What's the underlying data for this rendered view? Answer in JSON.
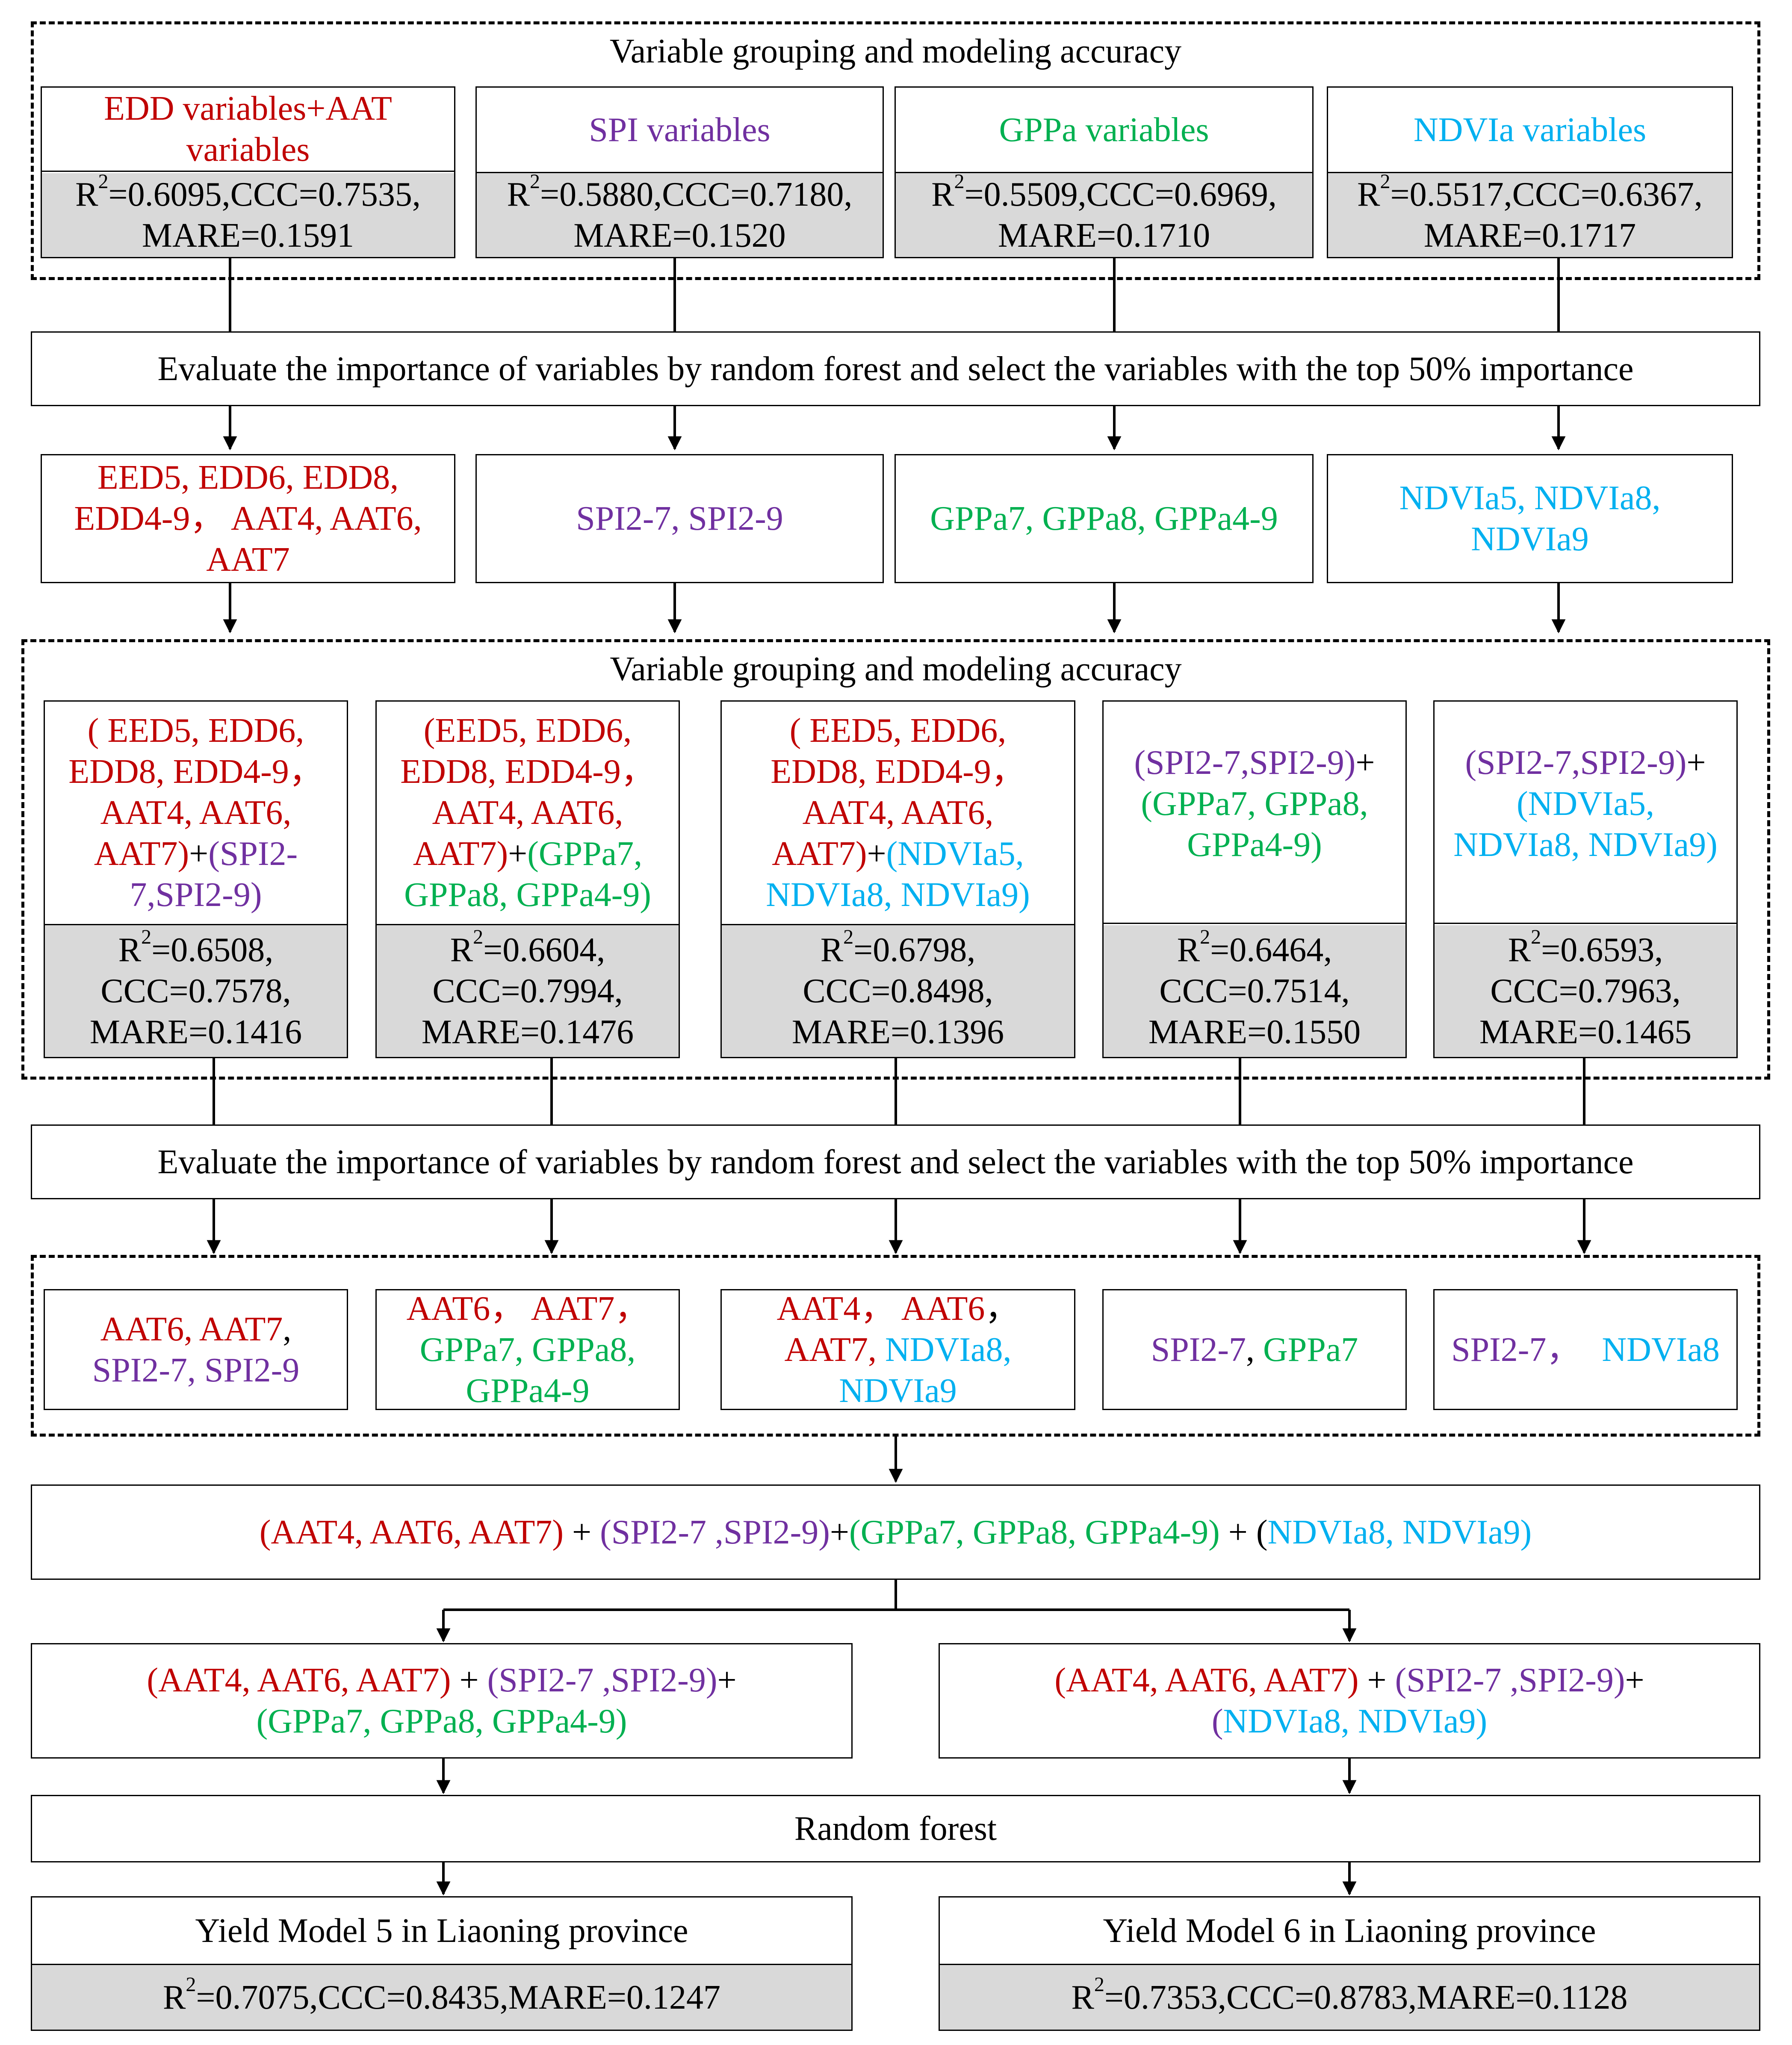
{
  "group1": {
    "title": "Variable grouping and modeling accuracy",
    "boxes": [
      {
        "label": "EDD variables+AAT variables",
        "r2": "0.6095",
        "ccc": "0.7535",
        "mare": "0.1591"
      },
      {
        "label": "SPI variables",
        "r2": "0.5880",
        "ccc": "0.7180",
        "mare": "0.1520"
      },
      {
        "label": "GPPa variables",
        "r2": "0.5509",
        "ccc": "0.6969",
        "mare": "0.1710"
      },
      {
        "label": "NDVIa variables",
        "r2": "0.5517",
        "ccc": "0.6367",
        "mare": "0.1717"
      }
    ]
  },
  "evaluate": {
    "text": "Evaluate the importance of variables by random forest and select the variables with the top 50% importance"
  },
  "selected1": {
    "edd": [
      "EED5, EDD6, EDD8,",
      "EDD4-9， AAT4, AAT6,",
      "AAT7"
    ],
    "spi": "SPI2-7, SPI2-9",
    "gpp": "GPPa7, GPPa8, GPPa4-9",
    "ndvi": [
      "NDVIa5, NDVIa8,",
      "NDVIa9"
    ]
  },
  "group2": {
    "title": "Variable grouping and modeling accuracy",
    "combos": [
      {
        "r2": "0.6508",
        "ccc": "0.7578",
        "mare": "0.1416"
      },
      {
        "r2": "0.6604",
        "ccc": "0.7994",
        "mare": "0.1476"
      },
      {
        "r2": "0.6798",
        "ccc": "0.8498",
        "mare": "0.1396"
      },
      {
        "r2": "0.6464",
        "ccc": "0.7514",
        "mare": "0.1550"
      },
      {
        "r2": "0.6593",
        "ccc": "0.7963",
        "mare": "0.1465"
      }
    ],
    "combo1": [
      "( EED5, EDD6,",
      "EDD8, EDD4-9，",
      "AAT4, AAT6,",
      "AAT7)",
      "+",
      "(SPI2-",
      "7,SPI2-9)"
    ],
    "combo2": [
      "(EED5, EDD6,",
      "EDD8, EDD4-9，",
      "AAT4, AAT6,",
      "AAT7)",
      "+",
      "(GPPa7,",
      "GPPa8, GPPa4-9)"
    ],
    "combo3": [
      "( EED5, EDD6,",
      "EDD8, EDD4-9，",
      "AAT4, AAT6,",
      "AAT7)",
      "+",
      "(NDVIa5,",
      "NDVIa8, NDVIa9)"
    ],
    "combo4": [
      "(SPI2-7,SPI2-9)",
      "+",
      "(GPPa7, GPPa8,",
      "GPPa4-9)"
    ],
    "combo5": [
      "(SPI2-7,SPI2-9)",
      "+",
      "(NDVIa5,",
      "NDVIa8, NDVIa9)"
    ]
  },
  "selected2": {
    "s1": [
      "AAT6, AAT7",
      ",",
      "SPI2-7, SPI2-9"
    ],
    "s2": [
      "AAT6， AAT7，",
      "GPPa7, GPPa8,",
      "GPPa4-9"
    ],
    "s3": [
      "AAT4， AAT6",
      "，",
      "AAT7,",
      " NDVIa8,",
      "NDVIa9"
    ],
    "s4": [
      "SPI2-7",
      ", ",
      "GPPa7"
    ],
    "s5": [
      "SPI2-7，",
      "NDVIa8"
    ]
  },
  "combined": {
    "aat": "(AAT4,  AAT6, AAT7)",
    "plus": " + ",
    "spi": "(SPI2-7 ,SPI2-9)",
    "plus2": "+",
    "gpp": "(GPPa7, GPPa8, GPPa4-9)",
    "plus3": " + (",
    "ndvi": "NDVIa8, NDVIa9)"
  },
  "split_left": {
    "aat": "(AAT4,  AAT6, AAT7)",
    "plus": " + ",
    "spi": "(SPI2-7 ,SPI2-9)",
    "plus2": "+",
    "gpp": "(GPPa7, GPPa8, GPPa4-9)"
  },
  "split_right": {
    "aat": "(AAT4,  AAT6, AAT7)",
    "plus": " + ",
    "spi": "(SPI2-7 ,SPI2-9)",
    "plus2": "+",
    "paren": "(",
    "ndvi": "NDVIa8, NDVIa9)"
  },
  "random_forest": "Random forest",
  "models": [
    {
      "title": "Yield Model 5 in Liaoning province",
      "r2": "0.7075",
      "ccc": "0.8435",
      "mare": "0.1247"
    },
    {
      "title": "Yield Model 6 in Liaoning province",
      "r2": "0.7353",
      "ccc": "0.8783",
      "mare": "0.1128"
    }
  ],
  "labels": {
    "r": "R",
    "two": "2",
    "eq": "=",
    "ccc": "CCC=",
    "mare": "MARE=",
    "comma": ","
  }
}
